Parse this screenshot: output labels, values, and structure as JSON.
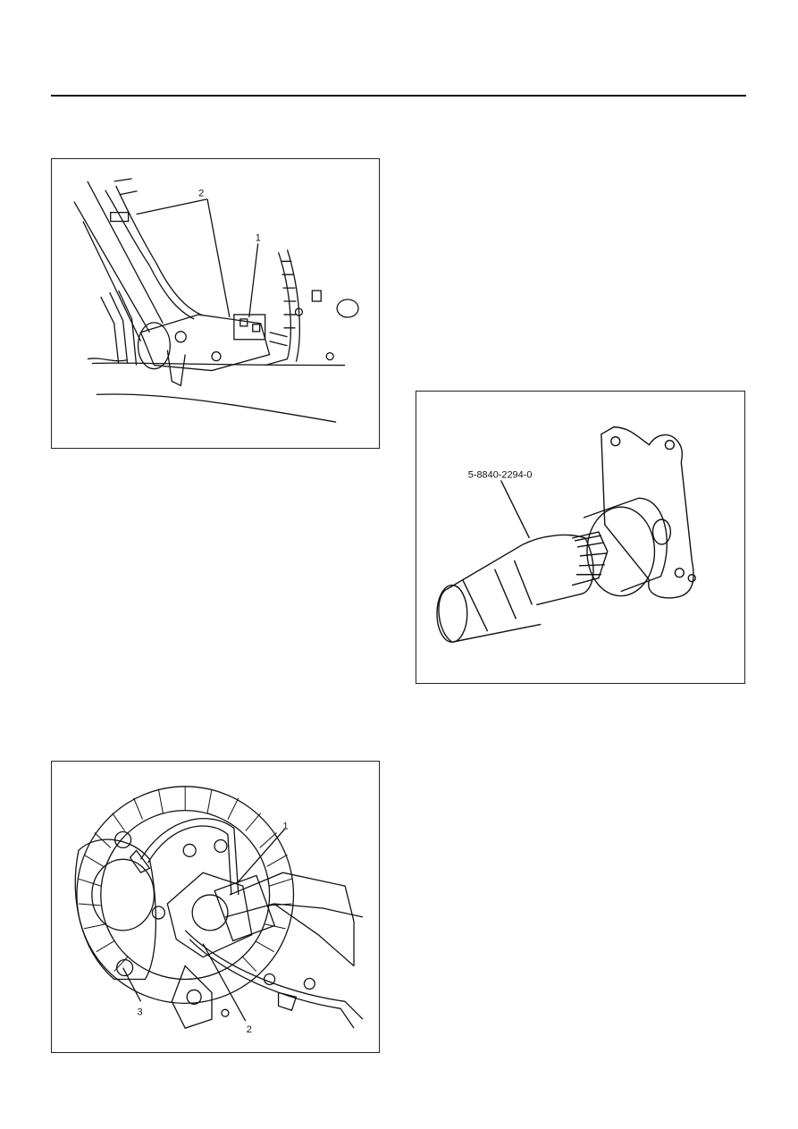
{
  "figures": {
    "fig1": {
      "callouts": [
        "2",
        "1"
      ]
    },
    "fig2": {
      "tool_number": "5-8840-2294-0"
    },
    "fig3": {
      "callouts": [
        "1",
        "3",
        "2"
      ]
    }
  }
}
